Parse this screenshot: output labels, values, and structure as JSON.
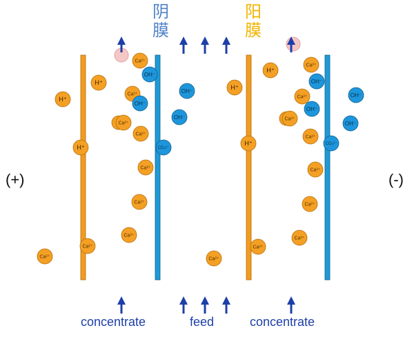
{
  "colors": {
    "cation_membrane": "#f29c1f",
    "anion_membrane": "#1f9ad6",
    "ion_cation": "#f3a024",
    "ion_anion": "#1e96dc",
    "arrow": "#1e3fa8",
    "anion_label": "#4f82c8",
    "cation_label": "#f2b400"
  },
  "labels": {
    "anion_membrane": "阴膜",
    "cation_membrane": "阳膜",
    "positive": "(+)",
    "negative": "(-)",
    "concentrate_left": "concentrate",
    "feed": "feed",
    "concentrate_right": "concentrate"
  },
  "ions": {
    "calcium": "Ca²⁺",
    "hydrogen": "H⁺",
    "hydroxide": "OH⁻",
    "carbonate": "CO₃²⁻"
  }
}
